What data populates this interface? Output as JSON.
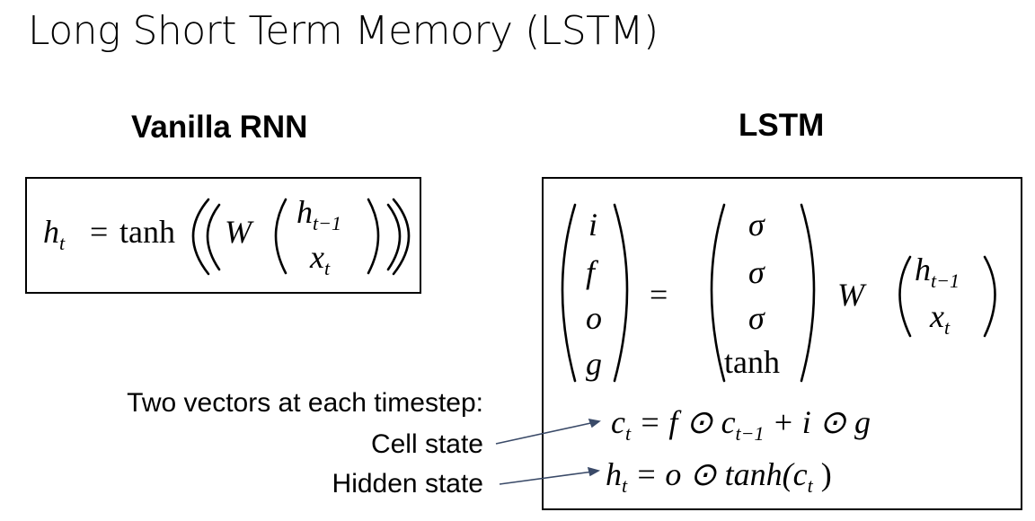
{
  "slide": {
    "title": "Long Short Term Memory (LSTM)"
  },
  "vanilla_rnn": {
    "heading": "Vanilla RNN",
    "equation": {
      "lhs": "h",
      "lhs_sub": "t",
      "eq": "=",
      "func": "tanh",
      "weight": "W",
      "vec_top": "h",
      "vec_top_sub": "t−1",
      "vec_bottom": "x",
      "vec_bottom_sub": "t"
    }
  },
  "lstm": {
    "heading": "LSTM",
    "gates": [
      "i",
      "f",
      "o",
      "g"
    ],
    "activations": [
      "σ",
      "σ",
      "σ",
      "tanh"
    ],
    "eq": "=",
    "weight": "W",
    "vec_top": "h",
    "vec_top_sub": "t−1",
    "vec_bottom": "x",
    "vec_bottom_sub": "t",
    "cell_eq": {
      "lhs": "c",
      "lhs_sub": "t",
      "rhs": "= f ⊙ c",
      "rhs_sub": "t−1",
      "rhs_tail": "+ i ⊙ g"
    },
    "hidden_eq": {
      "lhs": "h",
      "lhs_sub": "t",
      "rhs": "= o ⊙ tanh(c",
      "rhs_sub": "t",
      "rhs_tail": ")"
    }
  },
  "notes": {
    "intro": "Two vectors at each timestep:",
    "cell_state": "Cell state",
    "hidden_state": "Hidden state"
  }
}
